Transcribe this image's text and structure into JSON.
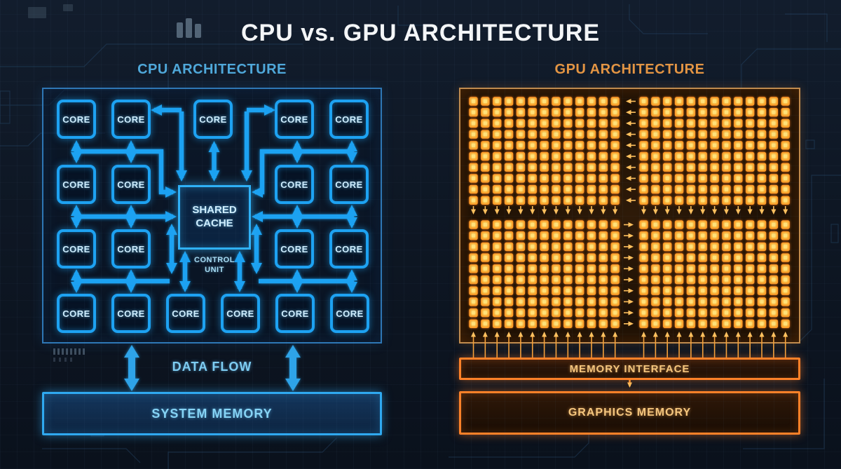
{
  "title": "CPU vs. GPU ARCHITECTURE",
  "cpu": {
    "heading": "CPU ARCHITECTURE",
    "core_label": "CORE",
    "core_rows": [
      5,
      4,
      4,
      6
    ],
    "core_count": 19,
    "shared_cache_label": "SHARED\nCACHE",
    "control_unit_label": "CONTROL\nUNIT",
    "data_flow_label": "DATA FLOW",
    "system_memory_label": "SYSTEM MEMORY"
  },
  "gpu": {
    "heading": "GPU ARCHITECTURE",
    "grid": {
      "quadrant_rows": 2,
      "quadrant_cols": 2,
      "cols_per_quadrant": 13,
      "rows_per_quadrant": 10,
      "core_count": 520
    },
    "memory_interface_label": "MEMORY INTERFACE",
    "graphics_memory_label": "GRAPHICS MEMORY"
  },
  "colors": {
    "background": "#0e1724",
    "cpu_accent": "#1da2f2",
    "cpu_text": "#cfeeff",
    "cpu_heading": "#4fa8da",
    "gpu_accent": "#ff8128",
    "gpu_cell": "#ffcf4a",
    "gpu_heading": "#e49543",
    "gpu_text": "#f5c67e",
    "title_color": "#f4f6f8"
  }
}
